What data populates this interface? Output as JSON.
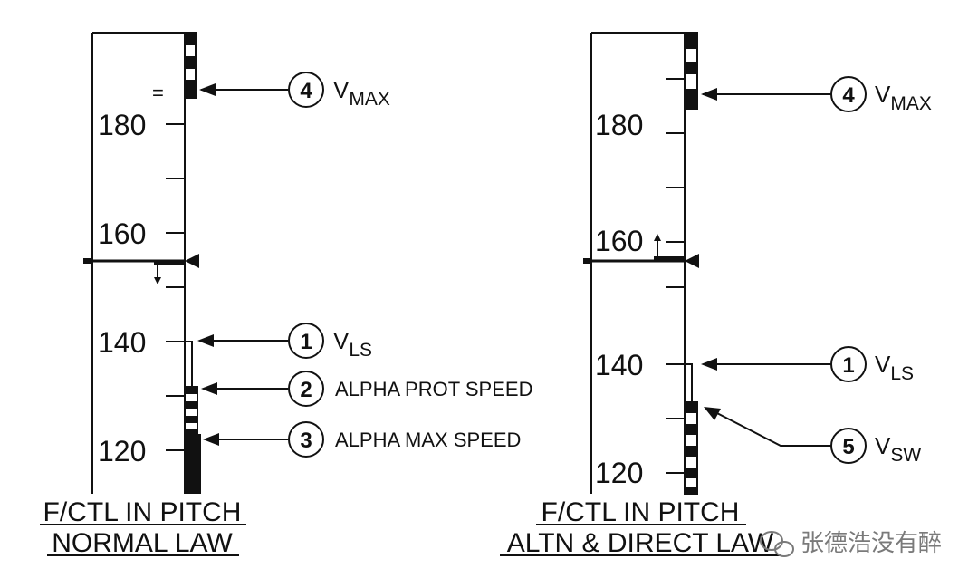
{
  "left_panel": {
    "scale_labels": [
      "180",
      "160",
      "140",
      "120"
    ],
    "caption_line1": "F/CTL IN PITCH",
    "caption_line2": "NORMAL LAW",
    "equals_mark": "=",
    "callouts": [
      {
        "number": "4",
        "label": "V",
        "sub": "MAX"
      },
      {
        "number": "1",
        "label": "V",
        "sub": "LS"
      },
      {
        "number": "2",
        "label": "ALPHA PROT SPEED",
        "sub": ""
      },
      {
        "number": "3",
        "label": "ALPHA MAX SPEED",
        "sub": ""
      }
    ]
  },
  "right_panel": {
    "scale_labels": [
      "180",
      "160",
      "140",
      "120"
    ],
    "caption_line1": "F/CTL IN PITCH",
    "caption_line2": "ALTN & DIRECT LAW",
    "callouts": [
      {
        "number": "4",
        "label": "V",
        "sub": "MAX"
      },
      {
        "number": "1",
        "label": "V",
        "sub": "LS"
      },
      {
        "number": "5",
        "label": "V",
        "sub": "SW"
      }
    ]
  },
  "watermark": {
    "text": "张德浩没有醉",
    "icon": "wechat-icon"
  },
  "colors": {
    "ink": "#111111",
    "watermark": "#7a7a7a"
  }
}
